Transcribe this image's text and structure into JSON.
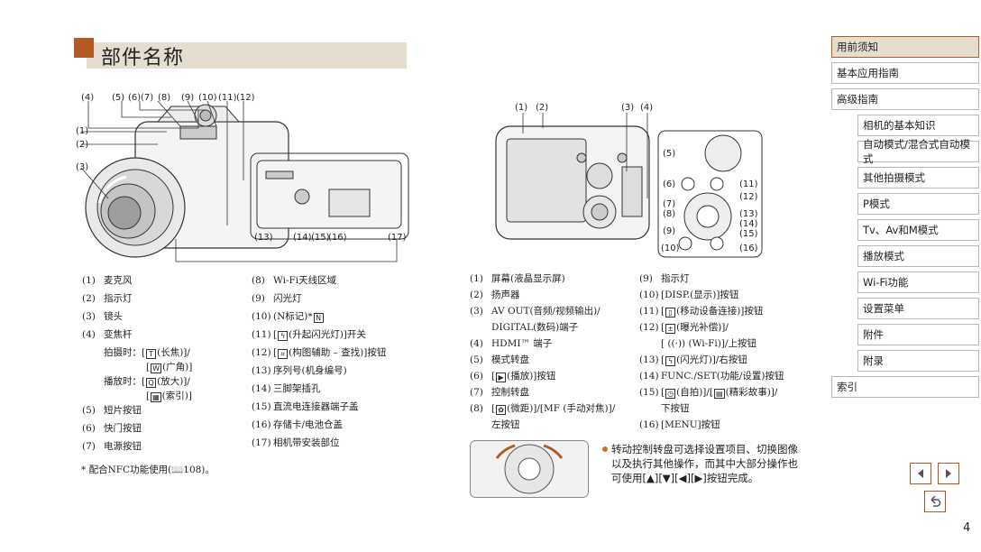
{
  "title": "部件名称",
  "sidebar": {
    "items": [
      {
        "label": "用前须知",
        "level": "top",
        "active": true
      },
      {
        "label": "基本应用指南",
        "level": "top",
        "active": false
      },
      {
        "label": "高级指南",
        "level": "top",
        "active": false
      },
      {
        "label": "相机的基本知识",
        "level": "sub",
        "active": false
      },
      {
        "label": "自动模式/混合式自动模式",
        "level": "sub",
        "active": false
      },
      {
        "label": "其他拍摄模式",
        "level": "sub",
        "active": false
      },
      {
        "label": "P模式",
        "level": "sub",
        "active": false
      },
      {
        "label": "Tv、Av和M模式",
        "level": "sub",
        "active": false
      },
      {
        "label": "播放模式",
        "level": "sub",
        "active": false
      },
      {
        "label": "Wi-Fi功能",
        "level": "sub",
        "active": false
      },
      {
        "label": "设置菜单",
        "level": "sub",
        "active": false
      },
      {
        "label": "附件",
        "level": "sub",
        "active": false
      },
      {
        "label": "附录",
        "level": "sub",
        "active": false
      },
      {
        "label": "索引",
        "level": "top",
        "active": false
      }
    ]
  },
  "front_callouts": [
    "(4)",
    "(5)",
    "(6)",
    "(7)",
    "(8)",
    "(9)",
    "(10)",
    "(11)",
    "(12)",
    "(1)",
    "(2)",
    "(3)",
    "(13)",
    "(14)",
    "(15)",
    "(16)",
    "(17)"
  ],
  "back_callouts": [
    "(1)",
    "(2)",
    "(3)",
    "(4)",
    "(5)",
    "(6)",
    "(7)",
    "(8)",
    "(9)",
    "(10)",
    "(11)",
    "(12)",
    "(13)",
    "(14)",
    "(15)",
    "(16)"
  ],
  "front_list_col1": [
    {
      "num": "(1)",
      "text": "麦克风"
    },
    {
      "num": "(2)",
      "text": "指示灯"
    },
    {
      "num": "(3)",
      "text": "镜头"
    },
    {
      "num": "(4)",
      "text": "变焦杆"
    },
    {
      "num": "",
      "text": "拍摄时：[",
      "icon": "T",
      "after": "(长焦)]/"
    },
    {
      "num": "",
      "text": "[",
      "icon": "W",
      "after": "(广角)]"
    },
    {
      "num": "",
      "text": "播放时：[",
      "icon": "Q",
      "after": "(放大)]/"
    },
    {
      "num": "",
      "text": "[",
      "icon": "▦",
      "after": "(索引)]"
    },
    {
      "num": "(5)",
      "text": "短片按钮"
    },
    {
      "num": "(6)",
      "text": "快门按钮"
    },
    {
      "num": "(7)",
      "text": "电源按钮"
    }
  ],
  "front_list_col2": [
    {
      "num": "(8)",
      "text": "Wi-Fi天线区域"
    },
    {
      "num": "(9)",
      "text": "闪光灯"
    },
    {
      "num": "(10)",
      "text": "(N标记)*",
      "icon": "N"
    },
    {
      "num": "(11)",
      "text": "(升起闪光灯)]开关",
      "icon": "ϟ",
      "prefix": "["
    },
    {
      "num": "(12)",
      "text": "(构图辅助 – 查找)]按钮",
      "icon": "⌗",
      "prefix": "["
    },
    {
      "num": "(13)",
      "text": "序列号(机身编号)"
    },
    {
      "num": "(14)",
      "text": "三脚架插孔"
    },
    {
      "num": "(15)",
      "text": "直流电连接器端子盖"
    },
    {
      "num": "(16)",
      "text": "存储卡/电池仓盖"
    },
    {
      "num": "(17)",
      "text": "相机带安装部位"
    }
  ],
  "back_list_col1": [
    {
      "num": "(1)",
      "text": "屏幕(液晶显示屏)"
    },
    {
      "num": "(2)",
      "text": "扬声器"
    },
    {
      "num": "(3)",
      "text": "AV OUT(音频/视频输出)/"
    },
    {
      "num": "",
      "text": "DIGITAL(数码)端子"
    },
    {
      "num": "(4)",
      "text": "HDMI™ 端子"
    },
    {
      "num": "(5)",
      "text": "模式转盘"
    },
    {
      "num": "(6)",
      "text": "(播放)]按钮",
      "icon": "▶",
      "prefix": "["
    },
    {
      "num": "(7)",
      "text": "控制转盘"
    },
    {
      "num": "(8)",
      "text": "(微距)]/[MF (手动对焦)]/",
      "icon": "✿",
      "prefix": "["
    },
    {
      "num": "",
      "text": "左按钮"
    }
  ],
  "back_list_col2": [
    {
      "num": "(9)",
      "text": "指示灯"
    },
    {
      "num": "(10)",
      "text": "[DISP.(显示)]按钮"
    },
    {
      "num": "(11)",
      "text": "(移动设备连接)]按钮",
      "icon": "▯",
      "prefix": "["
    },
    {
      "num": "(12)",
      "text": "(曝光补偿)]/",
      "icon": "±",
      "prefix": "["
    },
    {
      "num": "",
      "text": "[ ((·)) (Wi-Fi)]/上按钮"
    },
    {
      "num": "(13)",
      "text": "(闪光灯)]/右按钮",
      "icon": "ϟ",
      "prefix": "["
    },
    {
      "num": "(14)",
      "text": "FUNC./SET(功能/设置)按钮"
    },
    {
      "num": "(15)",
      "text": "(自拍)]/[",
      "icon": "◷",
      "prefix": "[",
      "after2": "(精彩故事)]/"
    },
    {
      "num": "",
      "text": "下按钮"
    },
    {
      "num": "(16)",
      "text": "[MENU]按钮"
    }
  ],
  "footnote": "* 配合NFC功能使用(📖108)。",
  "bullet": "转动控制转盘可选择设置项目、切换图像以及执行其他操作，而其中大部分操作也可使用[▲][▼][◀][▶]按钮完成。",
  "page_number": "4",
  "colors": {
    "accent": "#b35a24",
    "highlight": "#e4ddd0"
  }
}
